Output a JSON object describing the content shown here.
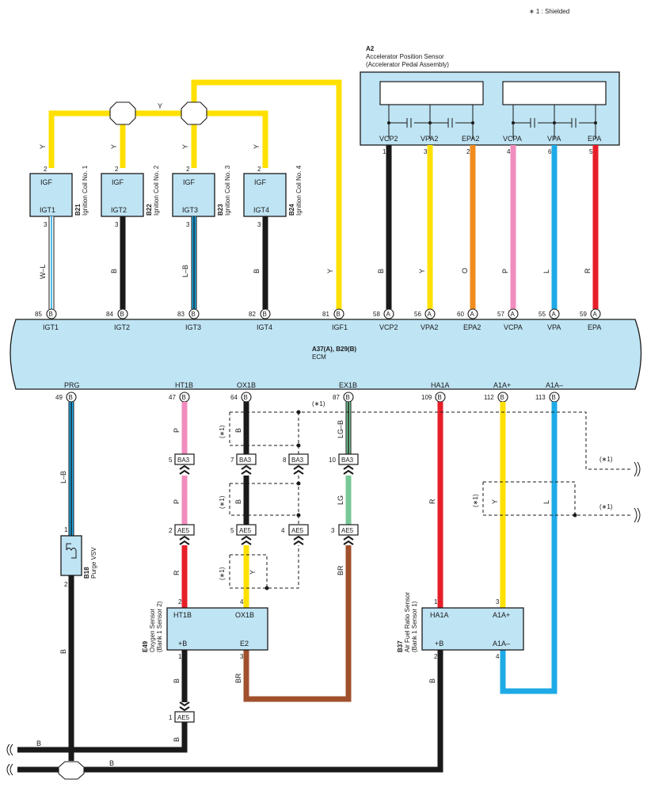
{
  "note": {
    "marker": "∗ 1 : Shielded",
    "shielded_mark": "(∗1)"
  },
  "ecm": {
    "code": "A37(A), B29(B)",
    "name": "ECM"
  },
  "pedal_sensor": {
    "code": "A2",
    "name": "Accelerator Position Sensor",
    "subname": "(Accelerator Pedal Assembly)",
    "pins": [
      {
        "label": "VCP2",
        "pin": "1",
        "color": "B"
      },
      {
        "label": "VPA2",
        "pin": "3",
        "color": "Y"
      },
      {
        "label": "EPA2",
        "pin": "2",
        "color": "O"
      },
      {
        "label": "VCPA",
        "pin": "4",
        "color": "P"
      },
      {
        "label": "VPA",
        "pin": "6",
        "color": "L"
      },
      {
        "label": "EPA",
        "pin": "5",
        "color": "R"
      }
    ]
  },
  "coils": [
    {
      "code": "B21",
      "name": "Ignition Coil No. 1",
      "top": "IGF",
      "bottom": "IGT1",
      "top_pin": "2",
      "bottom_pin": "3",
      "top_color": "Y",
      "bottom_color": "W–L"
    },
    {
      "code": "B22",
      "name": "Ignition Coil No. 2",
      "top": "IGF",
      "bottom": "IGT2",
      "top_pin": "2",
      "bottom_pin": "3",
      "top_color": "Y",
      "bottom_color": "B"
    },
    {
      "code": "B23",
      "name": "Ignition Coil No. 3",
      "top": "IGF",
      "bottom": "IGT3",
      "top_pin": "2",
      "bottom_pin": "3",
      "top_color": "Y",
      "bottom_color": "L–B"
    },
    {
      "code": "B24",
      "name": "Ignition Coil No. 4",
      "top": "IGF",
      "bottom": "IGT4",
      "top_pin": "2",
      "bottom_pin": "3",
      "top_color": "Y",
      "bottom_color": "B"
    }
  ],
  "igf_bus_color": "Y",
  "igf1_color": "Y",
  "ecm_top_terms": [
    {
      "pin": "85",
      "conn": "B",
      "label": "IGT1"
    },
    {
      "pin": "84",
      "conn": "B",
      "label": "IGT2"
    },
    {
      "pin": "83",
      "conn": "B",
      "label": "IGT3"
    },
    {
      "pin": "82",
      "conn": "B",
      "label": "IGT4"
    },
    {
      "pin": "81",
      "conn": "B",
      "label": "IGF1"
    },
    {
      "pin": "58",
      "conn": "A",
      "label": "VCP2"
    },
    {
      "pin": "56",
      "conn": "A",
      "label": "VPA2"
    },
    {
      "pin": "60",
      "conn": "A",
      "label": "EPA2"
    },
    {
      "pin": "57",
      "conn": "A",
      "label": "VCPA"
    },
    {
      "pin": "55",
      "conn": "A",
      "label": "VPA"
    },
    {
      "pin": "59",
      "conn": "A",
      "label": "EPA"
    }
  ],
  "ecm_bottom_terms": [
    {
      "pin": "49",
      "conn": "B",
      "label": "PRG"
    },
    {
      "pin": "47",
      "conn": "B",
      "label": "HT1B"
    },
    {
      "pin": "64",
      "conn": "B",
      "label": "OX1B"
    },
    {
      "pin": "87",
      "conn": "B",
      "label": "EX1B"
    },
    {
      "pin": "109",
      "conn": "B",
      "label": "HA1A"
    },
    {
      "pin": "112",
      "conn": "B",
      "label": "A1A+"
    },
    {
      "pin": "113",
      "conn": "B",
      "label": "A1A–"
    }
  ],
  "wires": {
    "prg": "L–B",
    "ht1b_p1": "P",
    "ht1b_p2": "P",
    "ht1b_r": "R",
    "ox1b_b1": "B",
    "ox1b_b2": "B",
    "ox1b_y": "Y",
    "ex1b_lgb": "LG–B",
    "ex1b_lg": "LG",
    "ex1b_br": "BR",
    "ha1a": "R",
    "a1ap": "Y",
    "a1am": "L",
    "vsv_out": "B",
    "o2_plus": "B",
    "o2_plus2": "B",
    "o2_e2": "BR",
    "af_plus": "B",
    "gnd1": "B",
    "gnd2": "B"
  },
  "inline_connectors": [
    {
      "pin": "5",
      "name": "BA3"
    },
    {
      "pin": "7",
      "name": "BA3"
    },
    {
      "pin": "8",
      "name": "BA3"
    },
    {
      "pin": "10",
      "name": "BA3"
    },
    {
      "pin": "2",
      "name": "AE5"
    },
    {
      "pin": "5",
      "name": "AE5"
    },
    {
      "pin": "4",
      "name": "AE5"
    },
    {
      "pin": "3",
      "name": "AE5"
    },
    {
      "pin": "1",
      "name": "AE5"
    }
  ],
  "vsv": {
    "code": "B18",
    "name": "Purge VSV",
    "pin_top": "1",
    "pin_bottom": "2"
  },
  "o2_sensor": {
    "code": "E49",
    "name": "Oxygen Sensor",
    "subname": "(Bank 1 Sensor 2)",
    "labels": [
      "HT1B",
      "OX1B",
      "+B",
      "E2"
    ],
    "pins": [
      "2",
      "4",
      "1",
      "3"
    ]
  },
  "af_sensor": {
    "code": "B37",
    "name": "Air Fuel Ratio Sensor",
    "subname": "(Bank 1 Sensor 1)",
    "labels": [
      "HA1A",
      "A1A+",
      "+B",
      "A1A–"
    ],
    "pins": [
      "1",
      "3",
      "2",
      "4"
    ]
  },
  "colors": {
    "Y": "#ffe000",
    "B": "#1a1a1a",
    "O": "#f08c1e",
    "P": "#f08cbe",
    "L": "#1eaae6",
    "R": "#e61e28",
    "BR": "#a0502d",
    "LG": "#78c896",
    "W": "#ffffff",
    "box": "#bfe4f4"
  }
}
